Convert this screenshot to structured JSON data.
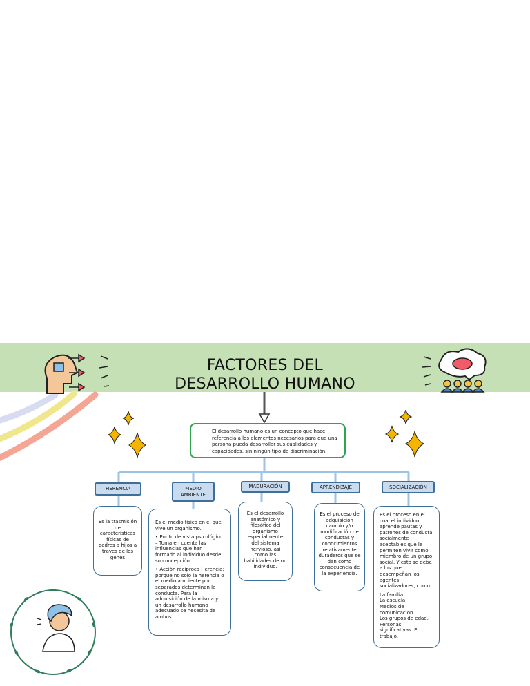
{
  "title": {
    "line1": "FACTORES DEL",
    "line2": "DESARROLLO HUMANO"
  },
  "intro": "El desarrollo humano es un concepto que hace referencia a los elementos necesarios para que una persona pueda desarrollar sus cualidades y capacidades, sin ningún tipo de discriminación.",
  "factors": {
    "herencia": {
      "label": "HERENCIA",
      "text": "Es la trasmisión de características físicas de padres a hijos a traves de los genes"
    },
    "medio": {
      "label": "MEDIO AMBIENTE",
      "p1": "Es el medio físico en el que vive un organismo.",
      "p2": "• Punto de vista psicológico. – Toma en cuenta las influencias que han formado al individuo desde su concepción",
      "p3": "• Acción recíproca Herencia: porque no solo la herencia o el medio ambiente por separados determinan la conducta. Para la adquisición de la misma y un desarrollo humano adecuado se necesita de ambos"
    },
    "maduracion": {
      "label": "MADURACIÓN",
      "text": "Es el desarrollo anatómico y filosófico del organismo especialmente del sistema nervioso, así como las habilidades de un individuo."
    },
    "aprendizaje": {
      "label": "APRENDIZAJE",
      "text": "Es el proceso de adquisición cambio y/o modificación de conductas y conocimientos relativamente duraderos que se dan como consecuencia de la experiencia."
    },
    "socializacion": {
      "label": "SOCIALIZACIÓN",
      "p1": "Es el proceso en el cual el individuo aprende pautas y patrones de conducta socialmente aceptables que le permiten vivir como miembro de un grupo social. Y esto se debe a los que desempeñan los agentes socializadores, como:",
      "items": [
        "La familia.",
        "La escuela.",
        "Medios de comunicación.",
        "Los grupos de edad.",
        "Personas significativas. El trabajo."
      ]
    }
  },
  "colors": {
    "banner": "#c5e0b4",
    "intro_border": "#2ea44f",
    "label_fill": "#c9dcef",
    "label_border": "#3f6e99",
    "connector": "#9dc3e6",
    "sparkle": "#f5b400"
  },
  "icons": [
    "head-arrows-icon",
    "crowd-thought-icon",
    "sparkle-icon",
    "wreath-portrait-icon",
    "down-arrow-icon",
    "rainbow-swoosh"
  ]
}
